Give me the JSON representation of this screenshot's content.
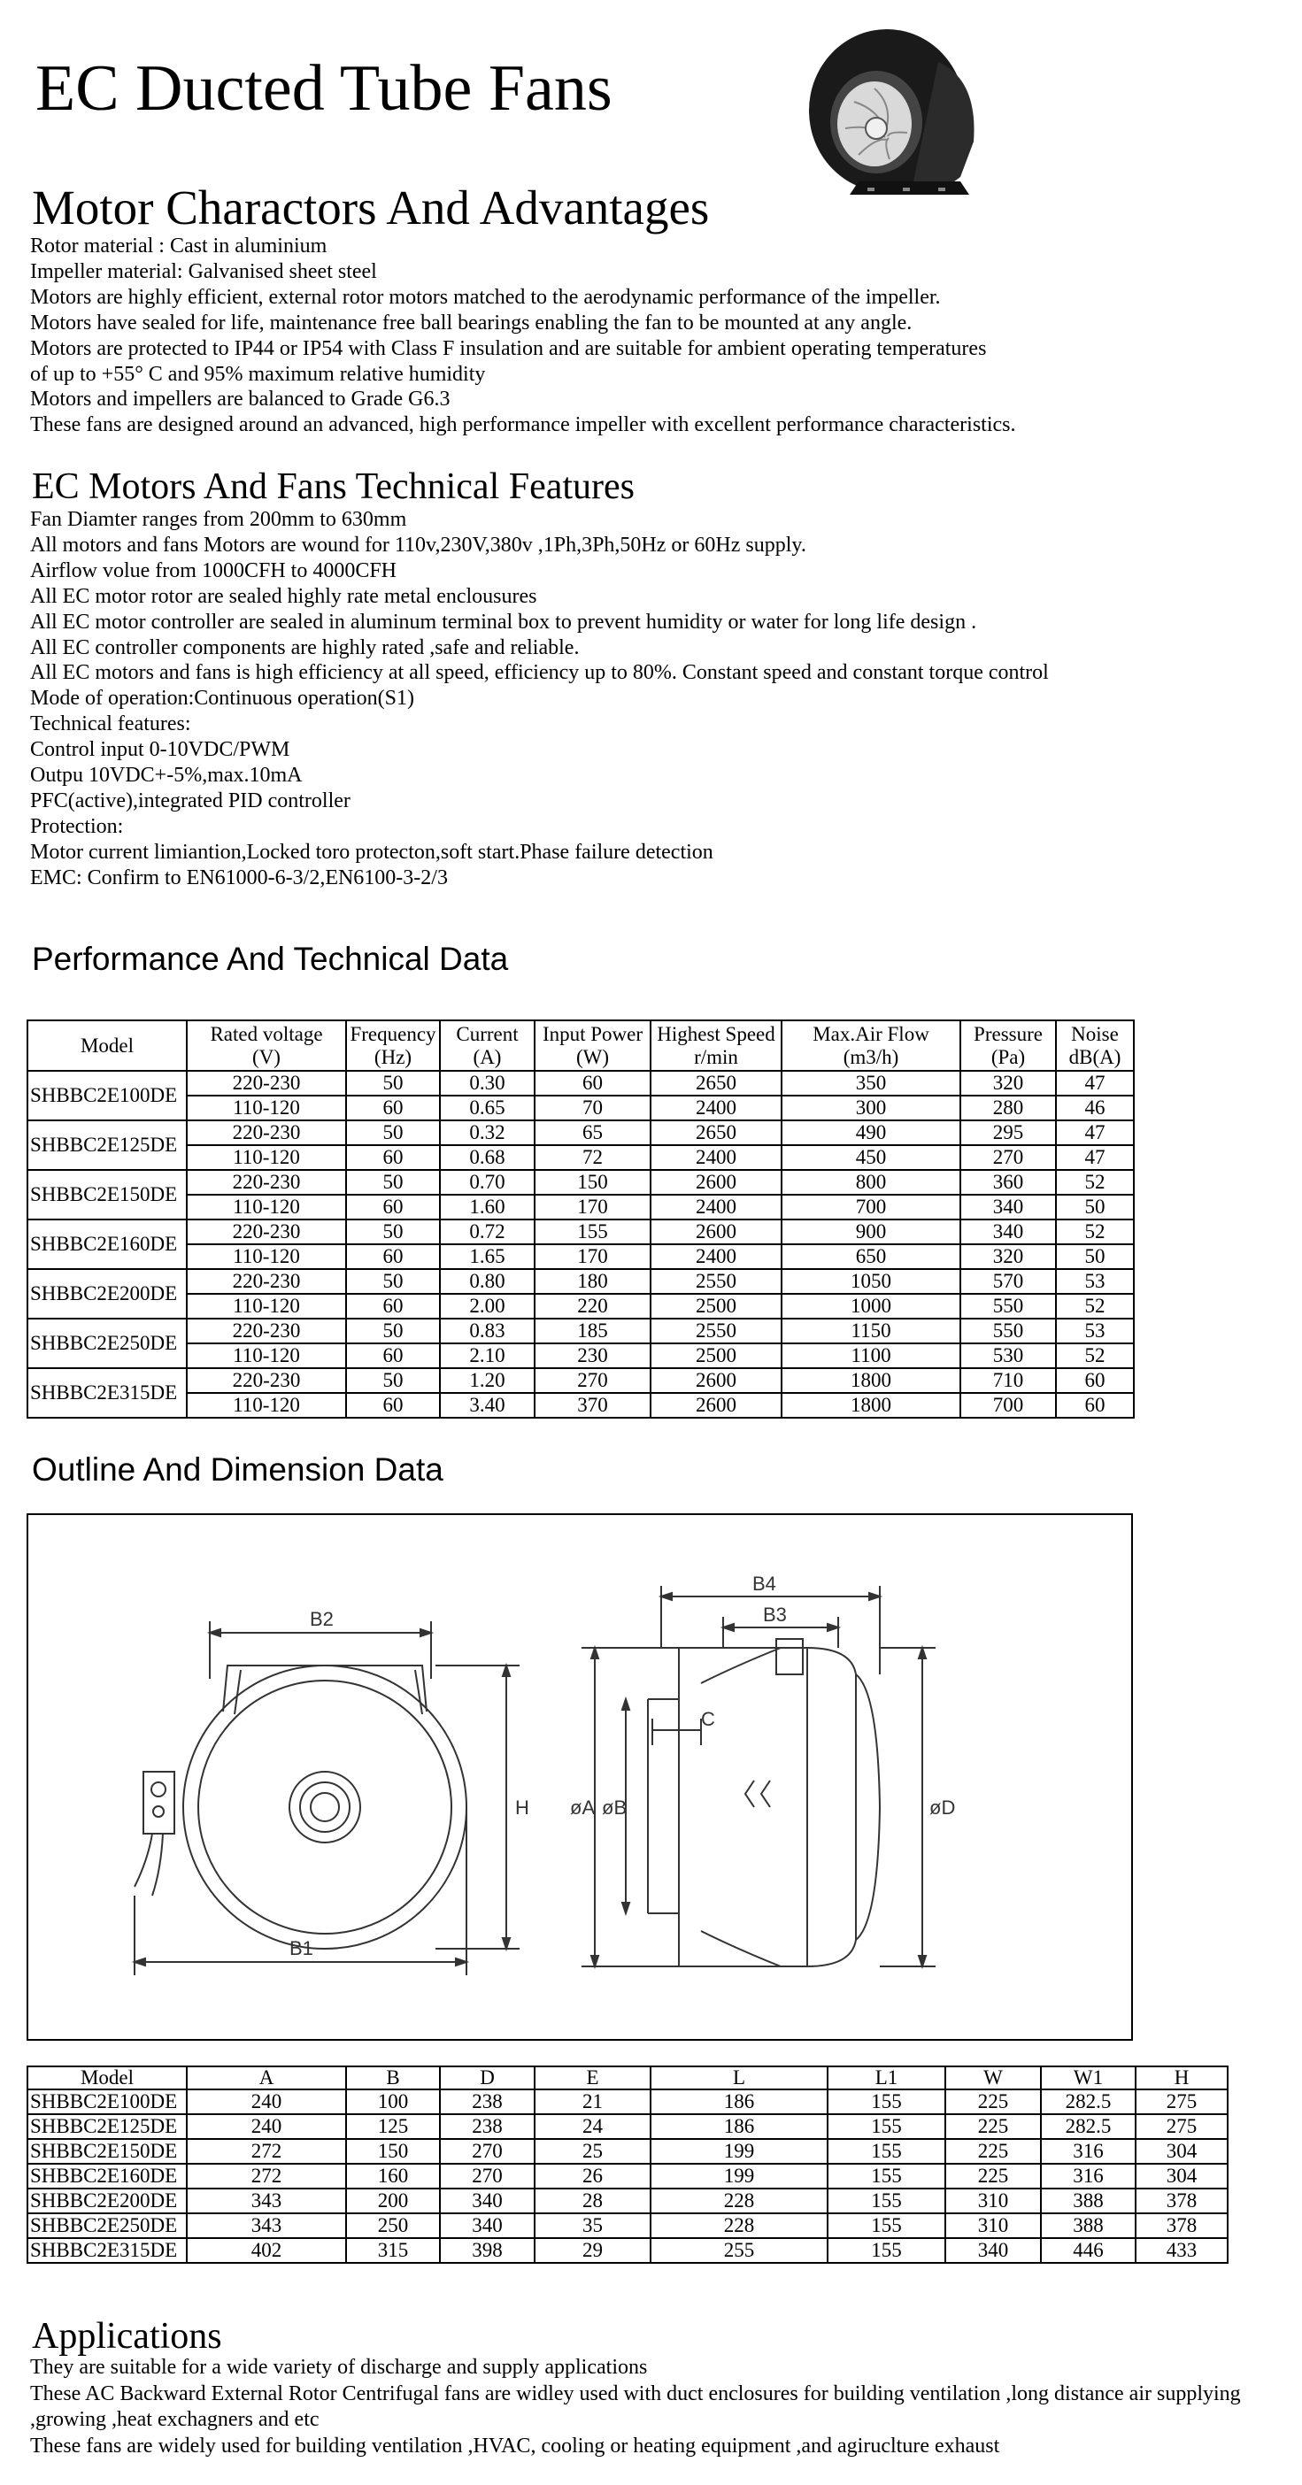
{
  "title": "EC Ducted Tube Fans",
  "motor": {
    "heading": "Motor Charactors And Advantages",
    "lines": [
      "Rotor material : Cast in aluminium",
      "Impeller material: Galvanised sheet steel",
      "Motors are highly efficient, external rotor motors matched to the aerodynamic performance of the impeller.",
      "Motors have sealed for life, maintenance free ball bearings enabling the fan to be mounted at any angle.",
      "Motors are protected to IP44 or IP54 with Class F insulation and are suitable for ambient operating temperatures",
      "of up to +55° C and 95% maximum relative humidity",
      "Motors and impellers are balanced to Grade G6.3",
      "These fans are designed around an advanced, high performance impeller with excellent performance characteristics."
    ]
  },
  "features": {
    "heading": "EC Motors And Fans Technical Features",
    "lines": [
      "Fan Diamter ranges from  200mm to 630mm",
      "All motors and fans Motors are wound for 110v,230V,380v ,1Ph,3Ph,50Hz or 60Hz supply.",
      "Airflow volue from 1000CFH to 4000CFH",
      "All EC motor rotor are sealed highly rate metal enclousures",
      "All EC motor controller are sealed in aluminum terminal box to prevent humidity or water for long life design .",
      "All EC controller components are highly rated ,safe and reliable.",
      "All EC motors and fans is high efficiency at all speed, efficiency up to 80%. Constant speed and constant torque control",
      "Mode of operation:Continuous operation(S1)",
      "Technical features:",
      "Control input 0-10VDC/PWM",
      "Outpu 10VDC+-5%,max.10mA",
      "PFC(active),integrated PID controller",
      "Protection:",
      "Motor current limiantion,Locked toro protecton,soft start.Phase failure detection",
      "EMC: Confirm to EN61000-6-3/2,EN6100-3-2/3"
    ]
  },
  "performance": {
    "heading": "Performance And Technical Data",
    "headers": [
      [
        "Model",
        ""
      ],
      [
        "Rated voltage",
        "(V)"
      ],
      [
        "Frequency",
        "(Hz)"
      ],
      [
        "Current",
        "(A)"
      ],
      [
        "Input Power",
        "(W)"
      ],
      [
        "Highest Speed",
        "r/min"
      ],
      [
        "Max.Air Flow",
        "(m3/h)"
      ],
      [
        "Pressure",
        "(Pa)"
      ],
      [
        "Noise",
        "dB(A)"
      ]
    ],
    "models": [
      {
        "model": "SHBBC2E100DE",
        "rows": [
          [
            "220-230",
            "50",
            "0.30",
            "60",
            "2650",
            "350",
            "320",
            "47"
          ],
          [
            "110-120",
            "60",
            "0.65",
            "70",
            "2400",
            "300",
            "280",
            "46"
          ]
        ]
      },
      {
        "model": "SHBBC2E125DE",
        "rows": [
          [
            "220-230",
            "50",
            "0.32",
            "65",
            "2650",
            "490",
            "295",
            "47"
          ],
          [
            "110-120",
            "60",
            "0.68",
            "72",
            "2400",
            "450",
            "270",
            "47"
          ]
        ]
      },
      {
        "model": "SHBBC2E150DE",
        "rows": [
          [
            "220-230",
            "50",
            "0.70",
            "150",
            "2600",
            "800",
            "360",
            "52"
          ],
          [
            "110-120",
            "60",
            "1.60",
            "170",
            "2400",
            "700",
            "340",
            "50"
          ]
        ]
      },
      {
        "model": "SHBBC2E160DE",
        "rows": [
          [
            "220-230",
            "50",
            "0.72",
            "155",
            "2600",
            "900",
            "340",
            "52"
          ],
          [
            "110-120",
            "60",
            "1.65",
            "170",
            "2400",
            "650",
            "320",
            "50"
          ]
        ]
      },
      {
        "model": "SHBBC2E200DE",
        "rows": [
          [
            "220-230",
            "50",
            "0.80",
            "180",
            "2550",
            "1050",
            "570",
            "53"
          ],
          [
            "110-120",
            "60",
            "2.00",
            "220",
            "2500",
            "1000",
            "550",
            "52"
          ]
        ]
      },
      {
        "model": "SHBBC2E250DE",
        "rows": [
          [
            "220-230",
            "50",
            "0.83",
            "185",
            "2550",
            "1150",
            "550",
            "53"
          ],
          [
            "110-120",
            "60",
            "2.10",
            "230",
            "2500",
            "1100",
            "530",
            "52"
          ]
        ]
      },
      {
        "model": "SHBBC2E315DE",
        "rows": [
          [
            "220-230",
            "50",
            "1.20",
            "270",
            "2600",
            "1800",
            "710",
            "60"
          ],
          [
            "110-120",
            "60",
            "3.40",
            "370",
            "2600",
            "1800",
            "700",
            "60"
          ]
        ]
      }
    ]
  },
  "outline": {
    "heading": "Outline And Dimension Data",
    "labels": {
      "b1": "B1",
      "b2": "B2",
      "h": "H",
      "b3": "B3",
      "b4": "B4",
      "c": "C",
      "a": "øA",
      "b": "øB",
      "d": "øD"
    }
  },
  "dimensions": {
    "headers": [
      "Model",
      "A",
      "B",
      "D",
      "E",
      "L",
      "L1",
      "W",
      "W1",
      "H"
    ],
    "rows": [
      [
        "SHBBC2E100DE",
        "240",
        "100",
        "238",
        "21",
        "186",
        "155",
        "225",
        "282.5",
        "275"
      ],
      [
        "SHBBC2E125DE",
        "240",
        "125",
        "238",
        "24",
        "186",
        "155",
        "225",
        "282.5",
        "275"
      ],
      [
        "SHBBC2E150DE",
        "272",
        "150",
        "270",
        "25",
        "199",
        "155",
        "225",
        "316",
        "304"
      ],
      [
        "SHBBC2E160DE",
        "272",
        "160",
        "270",
        "26",
        "199",
        "155",
        "225",
        "316",
        "304"
      ],
      [
        "SHBBC2E200DE",
        "343",
        "200",
        "340",
        "28",
        "228",
        "155",
        "310",
        "388",
        "378"
      ],
      [
        "SHBBC2E250DE",
        "343",
        "250",
        "340",
        "35",
        "228",
        "155",
        "310",
        "388",
        "378"
      ],
      [
        "SHBBC2E315DE",
        "402",
        "315",
        "398",
        "29",
        "255",
        "155",
        "340",
        "446",
        "433"
      ]
    ]
  },
  "applications": {
    "heading": "Applications",
    "lines": [
      "They are suitable for  a wide variety of discharge and supply applications",
      "These AC Backward External Rotor Centrifugal fans are widley used with duct enclosures for building ventilation ,long distance air supplying",
      ",growing ,heat exchagners and etc",
      "These fans are widely used for building ventilation ,HVAC, cooling or heating equipment ,and agiruclture exhaust"
    ]
  }
}
